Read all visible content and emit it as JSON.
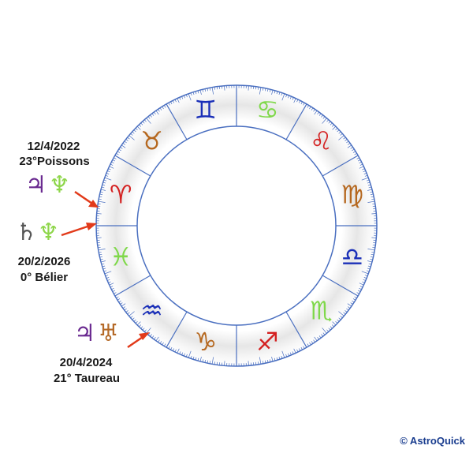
{
  "colors": {
    "ring_border": "#4a6fc0",
    "ring_fill": "#ffffff",
    "arrow": "#e23a1a",
    "fire": "#d42020",
    "earth": "#b5671e",
    "air": "#1a2fb8",
    "water": "#7fd84a",
    "jupiter": "#6a2a90",
    "neptune": "#8ed64a",
    "saturn": "#555555",
    "uranus": "#b56a28"
  },
  "zodiac": [
    {
      "name": "aries",
      "glyph": "♈",
      "element": "fire"
    },
    {
      "name": "taurus",
      "glyph": "♉",
      "element": "earth"
    },
    {
      "name": "gemini",
      "glyph": "♊",
      "element": "air"
    },
    {
      "name": "cancer",
      "glyph": "♋",
      "element": "water"
    },
    {
      "name": "leo",
      "glyph": "♌",
      "element": "fire"
    },
    {
      "name": "virgo",
      "glyph": "♍",
      "element": "earth"
    },
    {
      "name": "libra",
      "glyph": "♎",
      "element": "air"
    },
    {
      "name": "scorpio",
      "glyph": "♏",
      "element": "water"
    },
    {
      "name": "sagittarius",
      "glyph": "♐",
      "element": "fire"
    },
    {
      "name": "capricorn",
      "glyph": "♑",
      "element": "earth"
    },
    {
      "name": "aquarius",
      "glyph": "♒",
      "element": "air"
    },
    {
      "name": "pisces",
      "glyph": "♓",
      "element": "water"
    }
  ],
  "conjunctions": [
    {
      "date": "12/4/2022",
      "position": "23°Poissons",
      "planets": [
        {
          "name": "jupiter",
          "glyph": "♃"
        },
        {
          "name": "neptune",
          "glyph": "♆"
        }
      ]
    },
    {
      "date": "20/2/2026",
      "position": "0° Bélier",
      "planets": [
        {
          "name": "saturn",
          "glyph": "♄"
        },
        {
          "name": "neptune",
          "glyph": "♆"
        }
      ]
    },
    {
      "date": "20/4/2024",
      "position": "21° Taureau",
      "planets": [
        {
          "name": "jupiter",
          "glyph": "♃"
        },
        {
          "name": "uranus",
          "glyph": "♅"
        }
      ]
    }
  ],
  "copyright": "© AstroQuick"
}
